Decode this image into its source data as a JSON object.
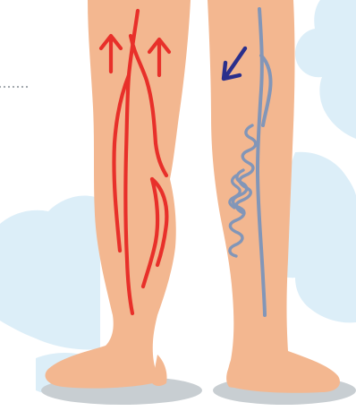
{
  "colors": {
    "sky": "#dceef8",
    "cloud": "#ffffff",
    "skin": "#f3b790",
    "skin_outline": "#d98a63",
    "shadow": "#c8ced2",
    "artery": "#e8302a",
    "vein": "#8296b8",
    "vein_arrow": "#2a2f8c",
    "dots": "#9aa0a6"
  },
  "legs": [
    {
      "name": "healthy-leg",
      "vessel": "artery",
      "flow": "up",
      "vessel_color": "#e8302a"
    },
    {
      "name": "varicose-leg",
      "vessel": "varicose-vein",
      "flow": "down",
      "vessel_color": "#8296b8",
      "arrow_color": "#2a2f8c"
    }
  ]
}
